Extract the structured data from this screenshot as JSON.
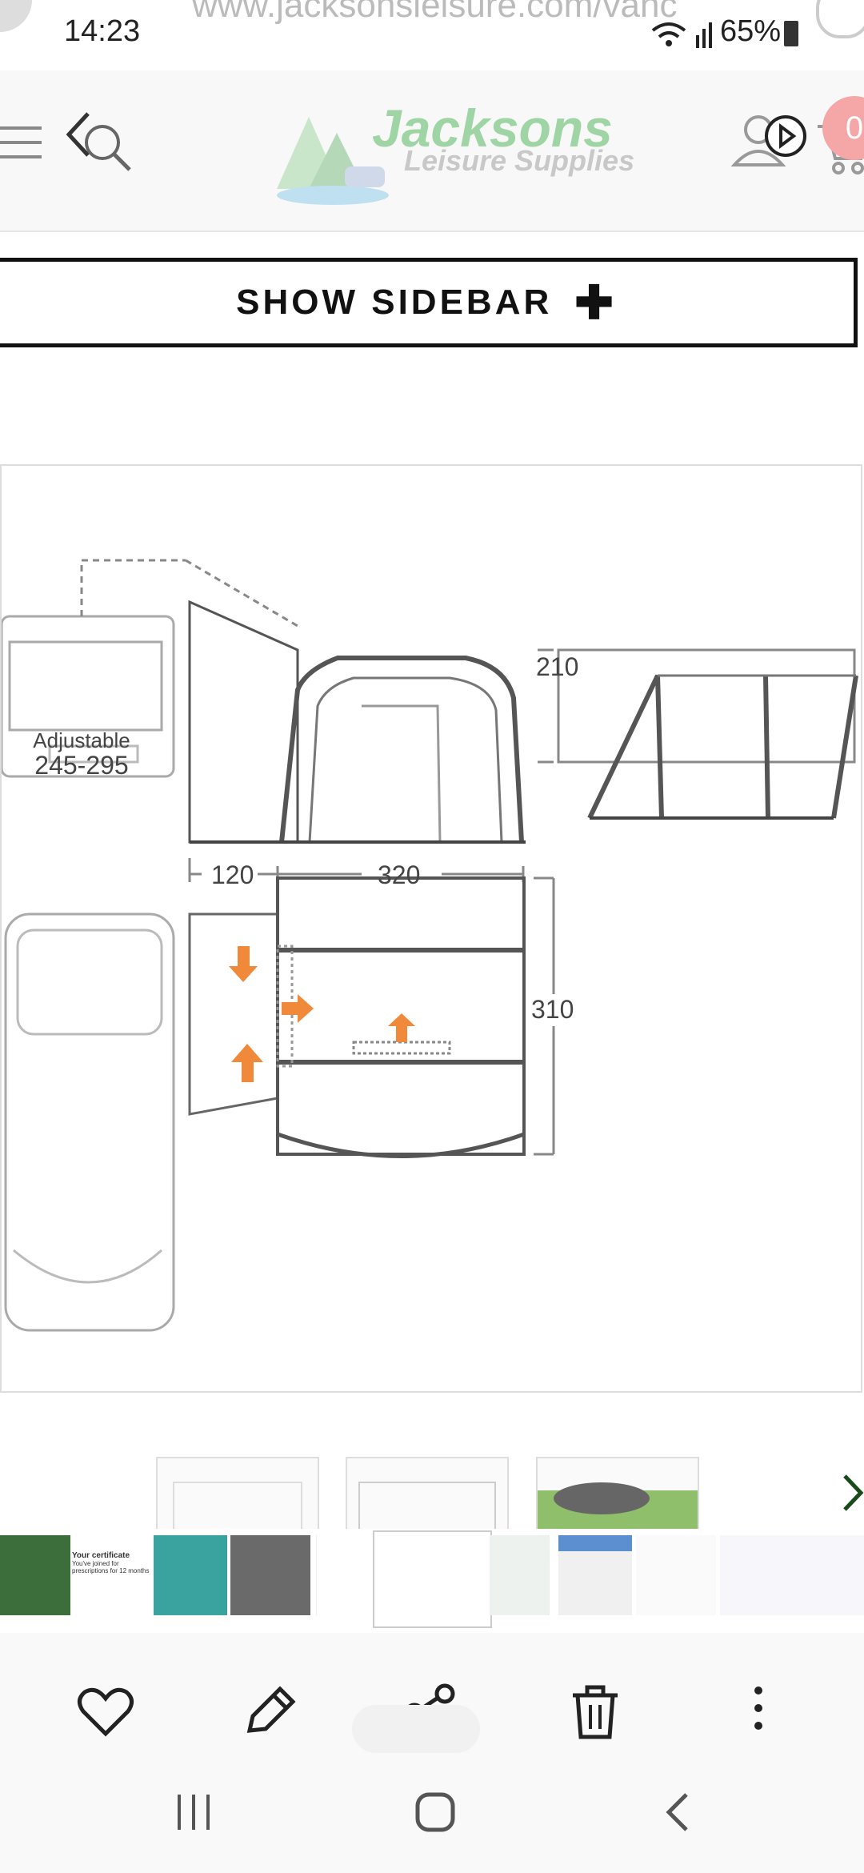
{
  "status": {
    "time": "14:23",
    "url": "www.jacksonsleisure.com/vanc",
    "battery": "65%"
  },
  "header": {
    "brand": "Jacksons",
    "tagline": "Leisure Supplies",
    "cart_count": "0"
  },
  "sidebar_button": {
    "label": "SHOW SIDEBAR",
    "icon": "plus-icon"
  },
  "diagram": {
    "van_label_line1": "Adjustable",
    "van_label_line2": "245-295",
    "dim_height": "210",
    "dim_width_left": "120",
    "dim_width_main": "320",
    "dim_depth": "310"
  },
  "gallery_strip": {
    "item1_heading": "Your certificate",
    "item1_line": "You've joined for prescriptions for 12 months"
  },
  "actions": [
    "heart-icon",
    "pencil-icon",
    "share-icon",
    "trash-icon",
    "more-icon"
  ],
  "colors": {
    "logo_green": "#9fd4a5",
    "badge": "#f5a6a6",
    "arrow_orange": "#f08a3a"
  }
}
